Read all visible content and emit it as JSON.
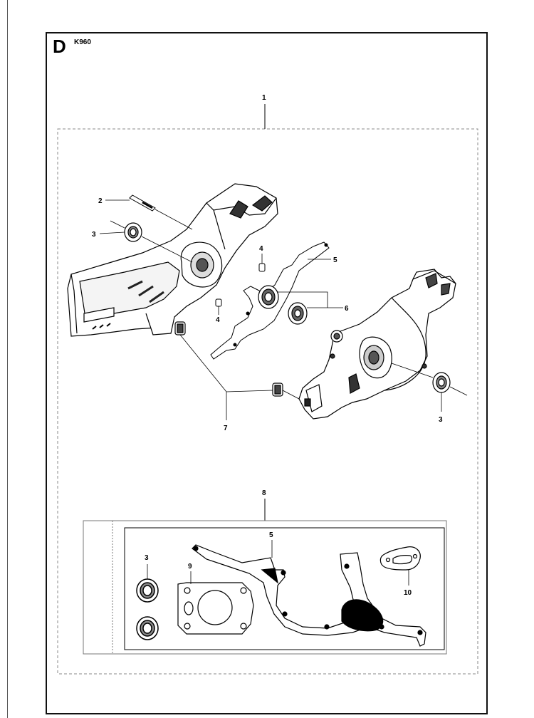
{
  "page": {
    "section_letter": "D",
    "model": "K960"
  },
  "callouts": {
    "c1": "1",
    "c2": "2",
    "c3a": "3",
    "c3b": "3",
    "c3c": "3",
    "c4a": "4",
    "c4b": "4",
    "c5a": "5",
    "c5b": "5",
    "c6": "6",
    "c7": "7",
    "c8": "8",
    "c9": "9",
    "c10": "10"
  },
  "colors": {
    "line": "#000000",
    "dashed_box": "#888888",
    "part_fill": "#ffffff",
    "shade": "#444444"
  }
}
